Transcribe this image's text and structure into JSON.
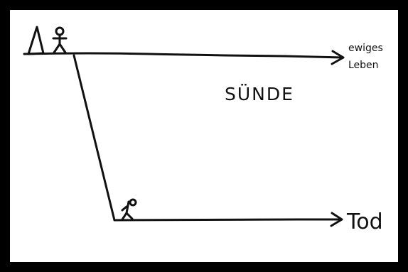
{
  "diagram": {
    "sin_label": "SÜNDE",
    "upper_target_line1": "ewiges",
    "upper_target_line2": "Leben",
    "lower_target": "Tod",
    "ink_color": "#111111",
    "frame_color": "#000000",
    "paper_color": "#ffffff",
    "icons": [
      "triangle-icon",
      "stick-figure-icon",
      "fallen-figure-icon"
    ]
  }
}
